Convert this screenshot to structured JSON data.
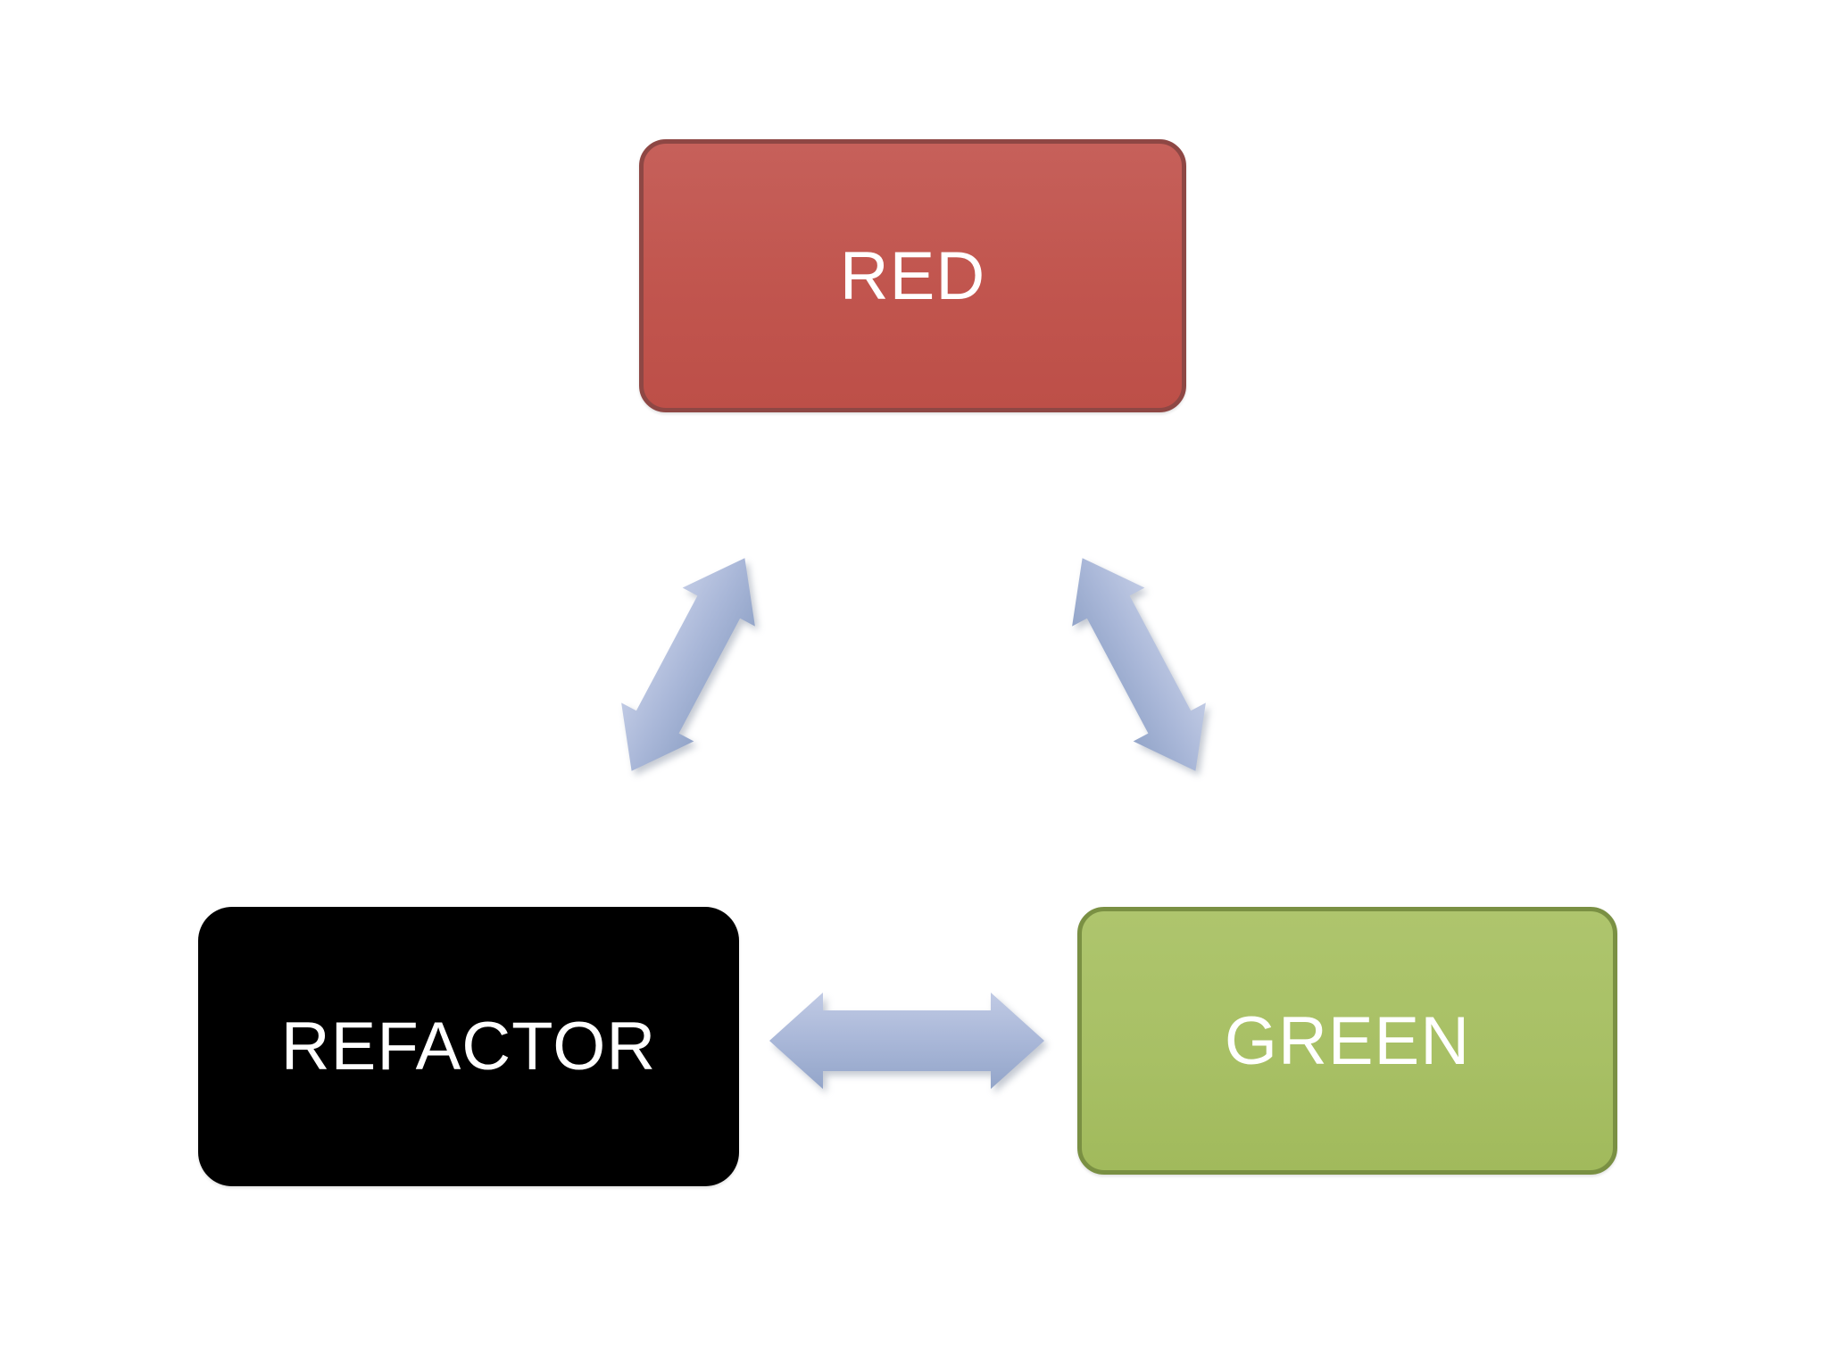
{
  "diagram": {
    "type": "cycle",
    "background_color": "#ffffff",
    "nodes": [
      {
        "id": "red",
        "label": "RED",
        "fill": "#c1554e",
        "border": "#8e4744",
        "text_color": "#ffffff"
      },
      {
        "id": "refactor",
        "label": "REFACTOR",
        "fill": "#000000",
        "border": "#000000",
        "text_color": "#ffffff"
      },
      {
        "id": "green",
        "label": "GREEN",
        "fill": "#a8c065",
        "border": "#7a9043",
        "text_color": "#ffffff"
      }
    ],
    "connectors": [
      {
        "from": "RED",
        "to": "REFACTOR",
        "style": "double-headed-arrow",
        "color": "#a9b7d8"
      },
      {
        "from": "RED",
        "to": "GREEN",
        "style": "double-headed-arrow",
        "color": "#a9b7d8"
      },
      {
        "from": "REFACTOR",
        "to": "GREEN",
        "style": "double-headed-arrow",
        "color": "#a9b7d8"
      }
    ]
  }
}
